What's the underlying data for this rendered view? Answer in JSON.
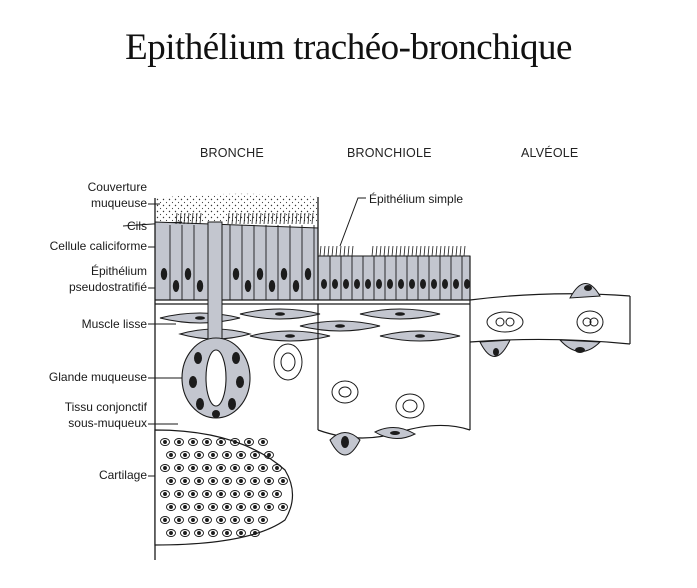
{
  "title": "Epithélium trachéo-bronchique",
  "columns": {
    "bronche": "BRONCHE",
    "bronchiole": "BRONCHIOLE",
    "alveole": "ALVÉOLE"
  },
  "labels": {
    "couverture_1": "Couverture",
    "couverture_2": "muqueuse",
    "cils": "Cils",
    "caliciforme": "Cellule caliciforme",
    "epithelium_1": "Épithélium",
    "epithelium_2": "pseudostratifié",
    "muscle": "Muscle lisse",
    "glande": "Glande muqueuse",
    "tissu_1": "Tissu conjonctif",
    "tissu_2": "sous-muqueux",
    "cartilage": "Cartilage",
    "epithelium_simple": "Épithélium simple"
  },
  "colors": {
    "ink": "#1a1a1a",
    "cell_fill": "#c3c6cf",
    "nucleus": "#1c1c1c",
    "background": "#ffffff"
  }
}
